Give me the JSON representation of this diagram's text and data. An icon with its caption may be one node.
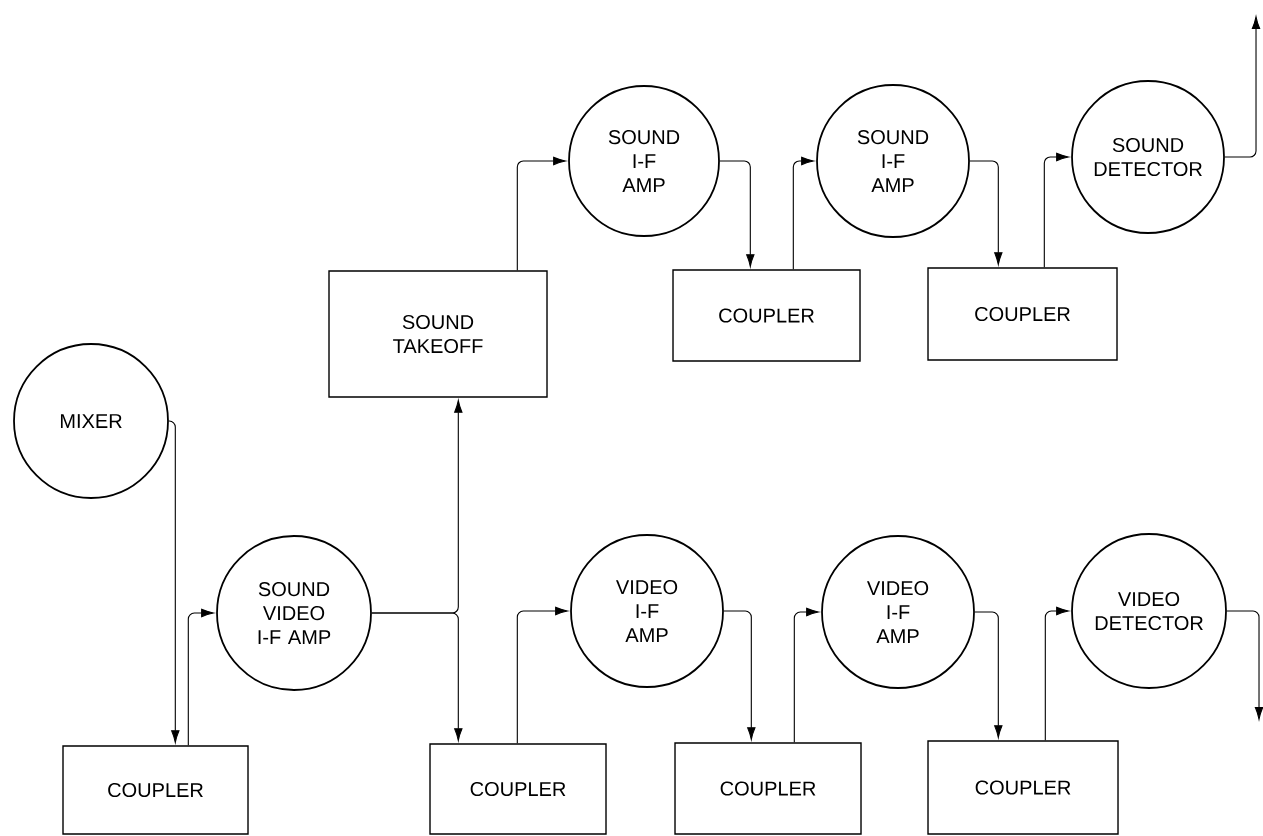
{
  "diagram": {
    "nodes": [
      {
        "text": [
          "MIXER"
        ]
      },
      {
        "text": [
          "SOUND VIDEO I-F AMP"
        ]
      },
      {
        "text": [
          "COUPLER"
        ]
      },
      {
        "text": [
          "SOUND TAKEOFF"
        ]
      },
      {
        "text": [
          "SOUND I-F AMP"
        ]
      },
      {
        "text": [
          "COUPLER"
        ]
      },
      {
        "text": [
          "SOUND I-F AMP"
        ]
      },
      {
        "text": [
          "COUPLER"
        ]
      },
      {
        "text": [
          "SOUND DETECTOR"
        ]
      },
      {
        "text": [
          "VIDEO I-F AMP"
        ]
      },
      {
        "text": [
          "COUPLER"
        ]
      },
      {
        "text": [
          "VIDEO I-F AMP"
        ]
      },
      {
        "text": [
          "COUPLER"
        ]
      },
      {
        "text": [
          "VIDEO DETECTOR"
        ]
      },
      {
        "text": [
          "COUPLER"
        ]
      }
    ],
    "edges": [
      {
        "from": 0,
        "to": 2,
        "arrow": "to"
      },
      {
        "from": 2,
        "to": 1,
        "arrow": "to"
      },
      {
        "from": 1,
        "to": 3,
        "arrow": "to"
      },
      {
        "from": 1,
        "to": 10,
        "arrow": "to"
      },
      {
        "from": 3,
        "to": 4,
        "arrow": "to"
      },
      {
        "from": 4,
        "to": 5,
        "arrow": "to"
      },
      {
        "from": 5,
        "to": 6,
        "arrow": "to"
      },
      {
        "from": 6,
        "to": 7,
        "arrow": "to"
      },
      {
        "from": 7,
        "to": 8,
        "arrow": "to"
      },
      {
        "from": 8,
        "to": null,
        "arrow": "to"
      },
      {
        "from": 10,
        "to": 9,
        "arrow": "to"
      },
      {
        "from": 9,
        "to": 12,
        "arrow": "to"
      },
      {
        "from": 12,
        "to": 11,
        "arrow": "to"
      },
      {
        "from": 11,
        "to": 14,
        "arrow": "to"
      },
      {
        "from": 14,
        "to": 13,
        "arrow": "to"
      },
      {
        "from": 13,
        "to": null,
        "arrow": "to"
      }
    ]
  }
}
